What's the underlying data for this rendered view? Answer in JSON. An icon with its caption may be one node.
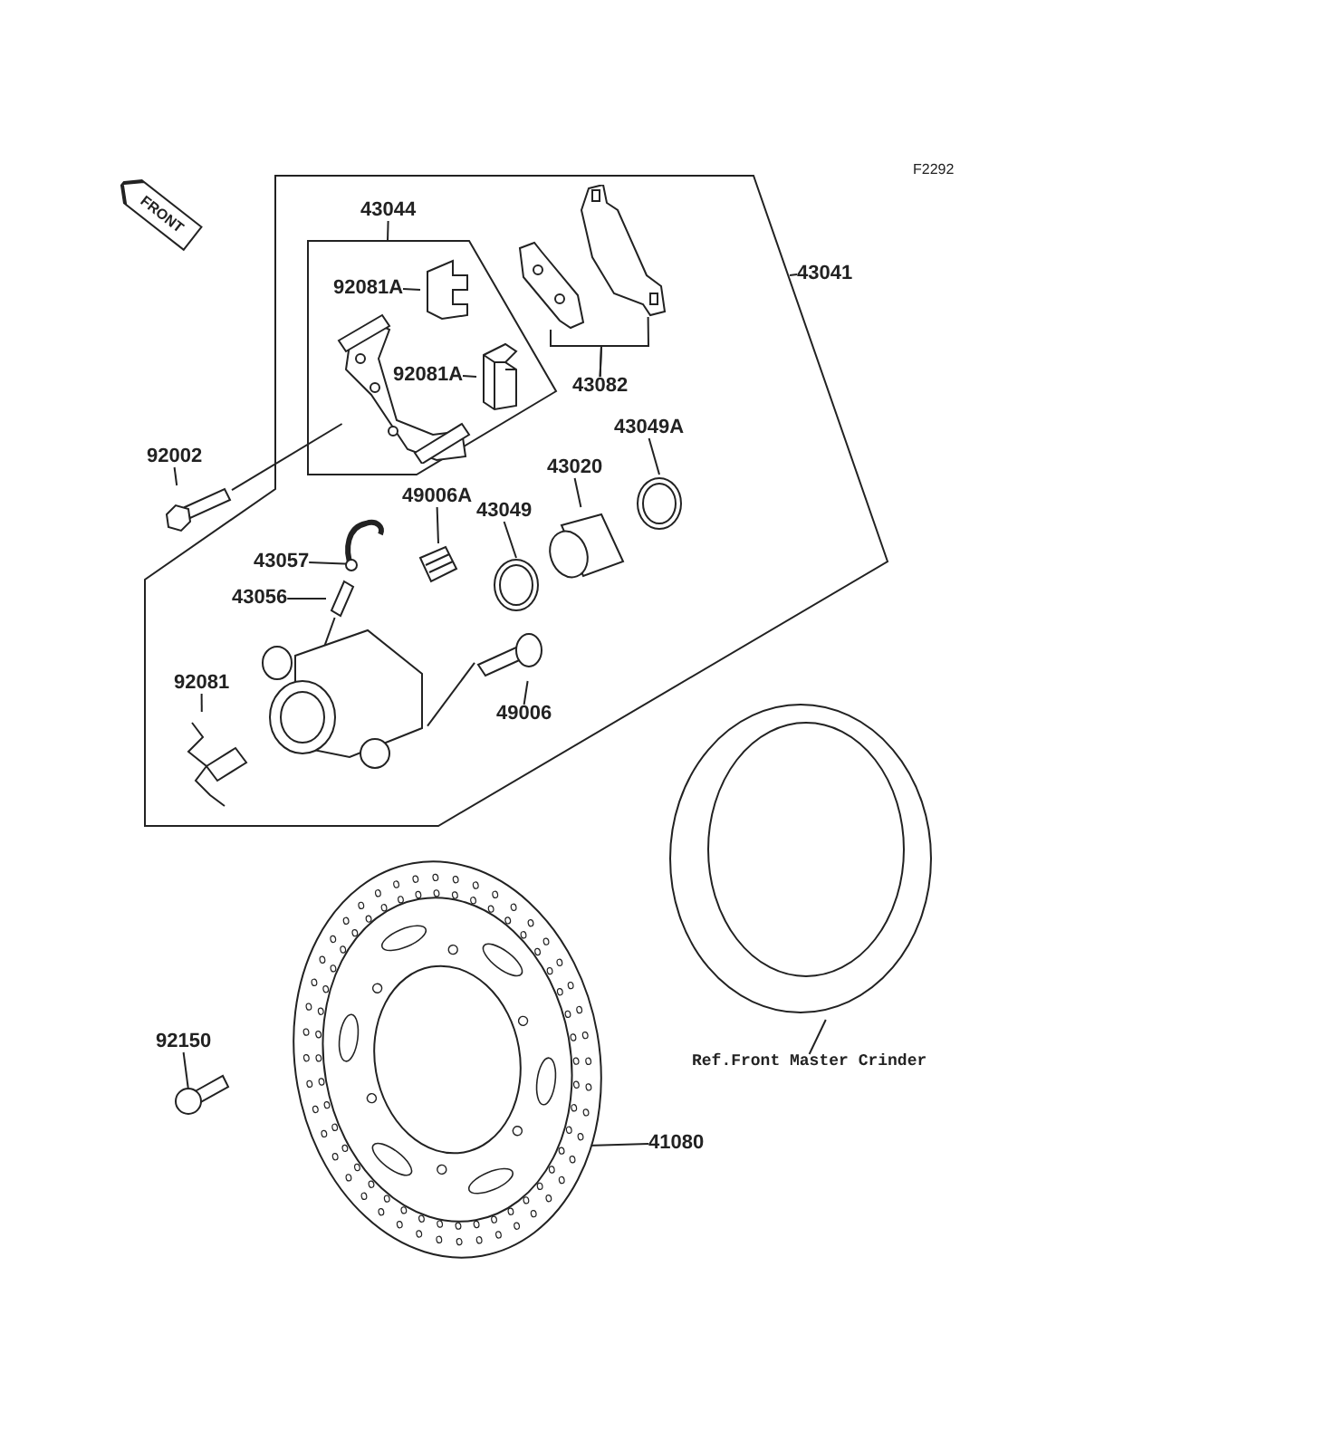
{
  "diagram": {
    "nodes": [
      {
        "text": [
          "FRONT"
        ]
      },
      {
        "text": [
          "43044"
        ]
      },
      {
        "text": [],
        "shape": "picture"
      },
      {
        "text": [
          "92081A"
        ]
      },
      {
        "text": [],
        "shape": "picture"
      },
      {
        "text": [],
        "shape": "picture"
      },
      {
        "text": [],
        "shape": "picture"
      },
      {
        "text": [
          "43041"
        ]
      },
      {
        "text": [
          "92081A"
        ]
      },
      {
        "text": [],
        "shape": "picture"
      },
      {
        "text": [
          "43082"
        ]
      },
      {
        "text": [
          "92002"
        ]
      },
      {
        "text": [],
        "shape": "picture"
      },
      {
        "text": [
          "43049A"
        ]
      },
      {
        "text": [],
        "shape": "picture"
      },
      {
        "text": [
          "43020"
        ]
      },
      {
        "text": [],
        "shape": "picture"
      },
      {
        "text": [
          "49006A"
        ]
      },
      {
        "text": [],
        "shape": "picture"
      },
      {
        "text": [
          "43049"
        ]
      },
      {
        "text": [],
        "shape": "picture"
      },
      {
        "text": [
          "43057"
        ]
      },
      {
        "text": [],
        "shape": "picture"
      },
      {
        "text": [
          "43056"
        ]
      },
      {
        "text": [],
        "shape": "picture"
      },
      {
        "text": [],
        "shape": "picture"
      },
      {
        "text": [
          "92081"
        ]
      },
      {
        "text": [],
        "shape": "picture"
      },
      {
        "text": [
          "49006"
        ]
      },
      {
        "text": [],
        "shape": "picture"
      },
      {
        "text": [],
        "shape": "picture"
      },
      {
        "text": [
          "Ref.Front Master Crinder"
        ]
      },
      {
        "text": [],
        "shape": "picture"
      },
      {
        "text": [
          "92150"
        ]
      },
      {
        "text": [],
        "shape": "picture"
      },
      {
        "text": [
          "41080"
        ]
      }
    ],
    "edges": [
      {
        "from": 1,
        "to": null,
        "arrow": "none"
      },
      {
        "from": 3,
        "to": 4,
        "arrow": "none"
      },
      {
        "from": 7,
        "to": null,
        "arrow": "none"
      },
      {
        "from": 8,
        "to": 9,
        "arrow": "none"
      },
      {
        "from": 10,
        "to": 5,
        "arrow": "none"
      },
      {
        "from": 10,
        "to": 6,
        "arrow": "none"
      },
      {
        "from": 11,
        "to": 12,
        "arrow": "none"
      },
      {
        "from": 12,
        "to": 2,
        "arrow": "none"
      },
      {
        "from": 13,
        "to": 14,
        "arrow": "none"
      },
      {
        "from": 15,
        "to": 16,
        "arrow": "none"
      },
      {
        "from": 17,
        "to": 18,
        "arrow": "none"
      },
      {
        "from": 19,
        "to": 20,
        "arrow": "none"
      },
      {
        "from": 21,
        "to": 22,
        "arrow": "none"
      },
      {
        "from": 23,
        "to": 24,
        "arrow": "none"
      },
      {
        "from": 24,
        "to": 25,
        "arrow": "none"
      },
      {
        "from": 26,
        "to": 27,
        "arrow": "none"
      },
      {
        "from": 28,
        "to": 29,
        "arrow": "none"
      },
      {
        "from": 29,
        "to": 25,
        "arrow": "none"
      },
      {
        "from": 31,
        "to": 30,
        "arrow": "none"
      },
      {
        "from": 33,
        "to": 34,
        "arrow": "none"
      },
      {
        "from": 35,
        "to": 32,
        "arrow": "none"
      }
    ],
    "labels": [
      "F2292"
    ]
  }
}
